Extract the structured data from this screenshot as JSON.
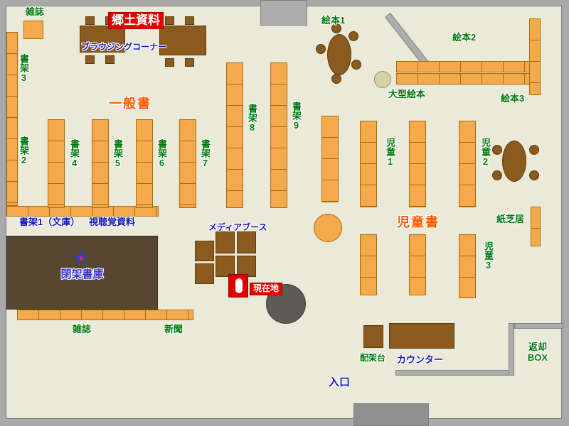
{
  "title": "library-floor-map",
  "colors": {
    "floor_bg": "#ebead9",
    "wall_gray": "#a9a9a9",
    "shelf_fill": "#f4aa4b",
    "shelf_border": "#a96a0d",
    "furniture_brown": "#8a5a1f",
    "closed_stacks_bg": "#574731",
    "label_green": "#00790a",
    "label_blue": "#1414bd",
    "label_orange": "#ff5a00",
    "marker_red_bg": "#e80000"
  },
  "labels": {
    "magazines_top": "雑誌",
    "local_materials": "郷土資料",
    "browsing_corner": "ブラウジングコーナー",
    "general_books": "一般書",
    "shelf3": "書架3",
    "shelf2": "書架2",
    "shelf1_bunko": "書架1（文庫）",
    "audio_visual": "視聴覚資料",
    "closed_stacks": "閉架書庫",
    "shelf4": "書架4",
    "shelf5": "書架5",
    "shelf6": "書架6",
    "shelf7": "書架7",
    "shelf8": "書架8",
    "shelf9": "書架9",
    "media_booth": "メディアブース",
    "current_location": "現在地",
    "picture_books1": "絵本1",
    "picture_books2": "絵本2",
    "picture_books3": "絵本3",
    "large_picture_books": "大型絵本",
    "children1": "児童1",
    "children2": "児童2",
    "children3": "児童3",
    "children_books": "児童書",
    "kamishibai": "紙芝居",
    "magazines_bottom": "雑誌",
    "newspapers": "新聞",
    "shelving_stand": "配架台",
    "counter": "カウンター",
    "return_box": "返却BOX",
    "entrance": "入口"
  }
}
